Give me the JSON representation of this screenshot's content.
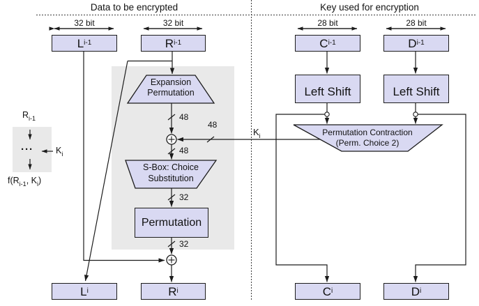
{
  "colors": {
    "box_fill": "#d9d9f2",
    "box_border": "#1c1c1c",
    "region_fill": "#e9e9e9",
    "line": "#1c1c1c"
  },
  "headers": {
    "left": "Data to be encrypted",
    "right": "Key used for encryption"
  },
  "bit_labels": {
    "l_prev": "32 bit",
    "r_prev": "32 bit",
    "c_prev": "28 bit",
    "d_prev": "28 bit"
  },
  "registers": {
    "l_prev": {
      "base": "L",
      "sub": "i-1"
    },
    "r_prev": {
      "base": "R",
      "sub": "i-1"
    },
    "c_prev": {
      "base": "C",
      "sub": "i-1"
    },
    "d_prev": {
      "base": "D",
      "sub": "i-1"
    },
    "l_cur": {
      "base": "L",
      "sub": "i"
    },
    "r_cur": {
      "base": "R",
      "sub": "i"
    },
    "c_cur": {
      "base": "C",
      "sub": "i"
    },
    "d_cur": {
      "base": "D",
      "sub": "i"
    }
  },
  "blocks": {
    "expansion": {
      "line1": "Expansion",
      "line2": "Permutation"
    },
    "sbox": {
      "line1": "S-Box: Choice",
      "line2": "Substitution"
    },
    "permutation": {
      "label": "Permutation"
    },
    "left_shift_c": {
      "label": "Left Shift"
    },
    "left_shift_d": {
      "label": "Left Shift"
    },
    "perm_contraction": {
      "line1": "Permutation Contraction",
      "line2": "(Perm. Choice 2)"
    }
  },
  "wire_labels": {
    "expansion_out": "48",
    "key_in": "48",
    "xor_out": "48",
    "sbox_out": "32",
    "perm_out": "32",
    "k_input": {
      "base": "K",
      "sub": "i"
    }
  },
  "legend": {
    "input": {
      "base": "R",
      "sub": "i-1"
    },
    "dots": "···",
    "key": {
      "base": "K",
      "sub": "i"
    },
    "output": {
      "p1": "f(R",
      "s1": "i-1",
      "p2": ", K",
      "s2": "i",
      "p3": ")"
    }
  }
}
